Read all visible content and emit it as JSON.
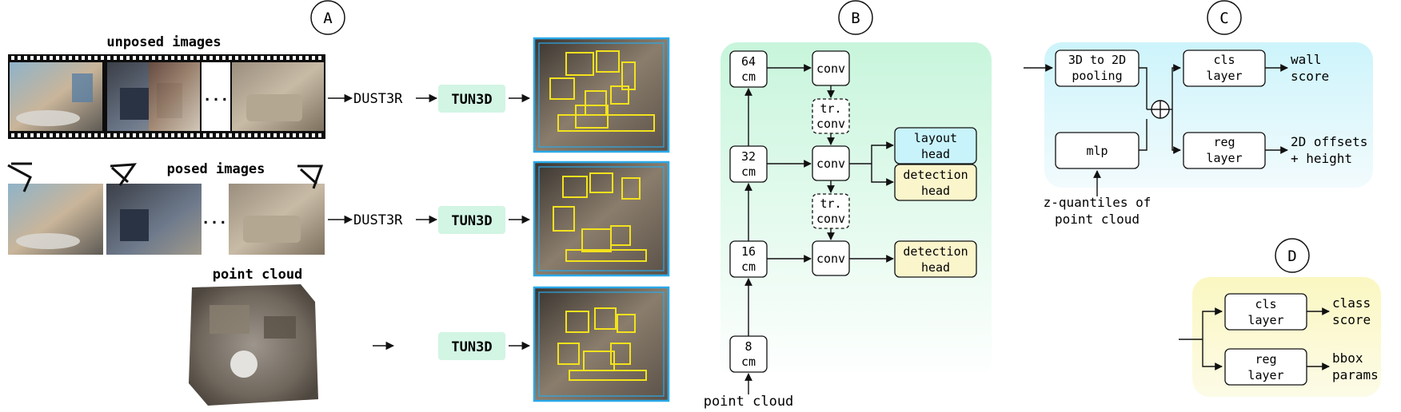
{
  "panels": {
    "a": {
      "badge": "A",
      "rows": [
        {
          "title": "unposed images",
          "dots": "...",
          "step1": "DUST3R",
          "model": "TUN3D"
        },
        {
          "title": "posed images",
          "dots": "...",
          "step1": "DUST3R",
          "model": "TUN3D"
        },
        {
          "title": "point cloud",
          "model": "TUN3D"
        }
      ]
    },
    "b": {
      "badge": "B",
      "levels": [
        {
          "line1": "64",
          "line2": "cm"
        },
        {
          "line1": "32",
          "line2": "cm"
        },
        {
          "line1": "16",
          "line2": "cm"
        },
        {
          "line1": "8",
          "line2": "cm"
        }
      ],
      "conv": "conv",
      "tr_conv": {
        "line1": "tr.",
        "line2": "conv"
      },
      "layout_head": {
        "line1": "layout",
        "line2": "head"
      },
      "detection_head": {
        "line1": "detection",
        "line2": "head"
      },
      "input": "point cloud"
    },
    "c": {
      "badge": "C",
      "pooling": {
        "line1": "3D to 2D",
        "line2": "pooling"
      },
      "mlp": "mlp",
      "input": {
        "line1": "z-quantiles of",
        "line2": "point cloud"
      },
      "cls": {
        "line1": "cls",
        "line2": "layer"
      },
      "reg": {
        "line1": "reg",
        "line2": "layer"
      },
      "cls_out": {
        "line1": "wall",
        "line2": "score"
      },
      "reg_out": {
        "line1": "2D offsets",
        "line2": "+ height"
      }
    },
    "d": {
      "badge": "D",
      "cls": {
        "line1": "cls",
        "line2": "layer"
      },
      "reg": {
        "line1": "reg",
        "line2": "layer"
      },
      "cls_out": {
        "line1": "class",
        "line2": "score"
      },
      "reg_out": {
        "line1": "bbox",
        "line2": "params"
      }
    }
  },
  "colors": {
    "tun3d_fill": "#d2f5e4",
    "panel_b_gradient": [
      "#c8f5dc",
      "#ffffff"
    ],
    "panel_c_gradient": [
      "#cdf4fb",
      "#f2fbfd"
    ],
    "panel_d_gradient": [
      "#fbf7c2",
      "#fcfbe6"
    ],
    "layout_head": "#c8f3fb",
    "detection_head": "#fbf5cc",
    "detection_box": "#f3e21c",
    "layout_box": "#2aa9e8",
    "film_strip": "#0d0d0d"
  }
}
